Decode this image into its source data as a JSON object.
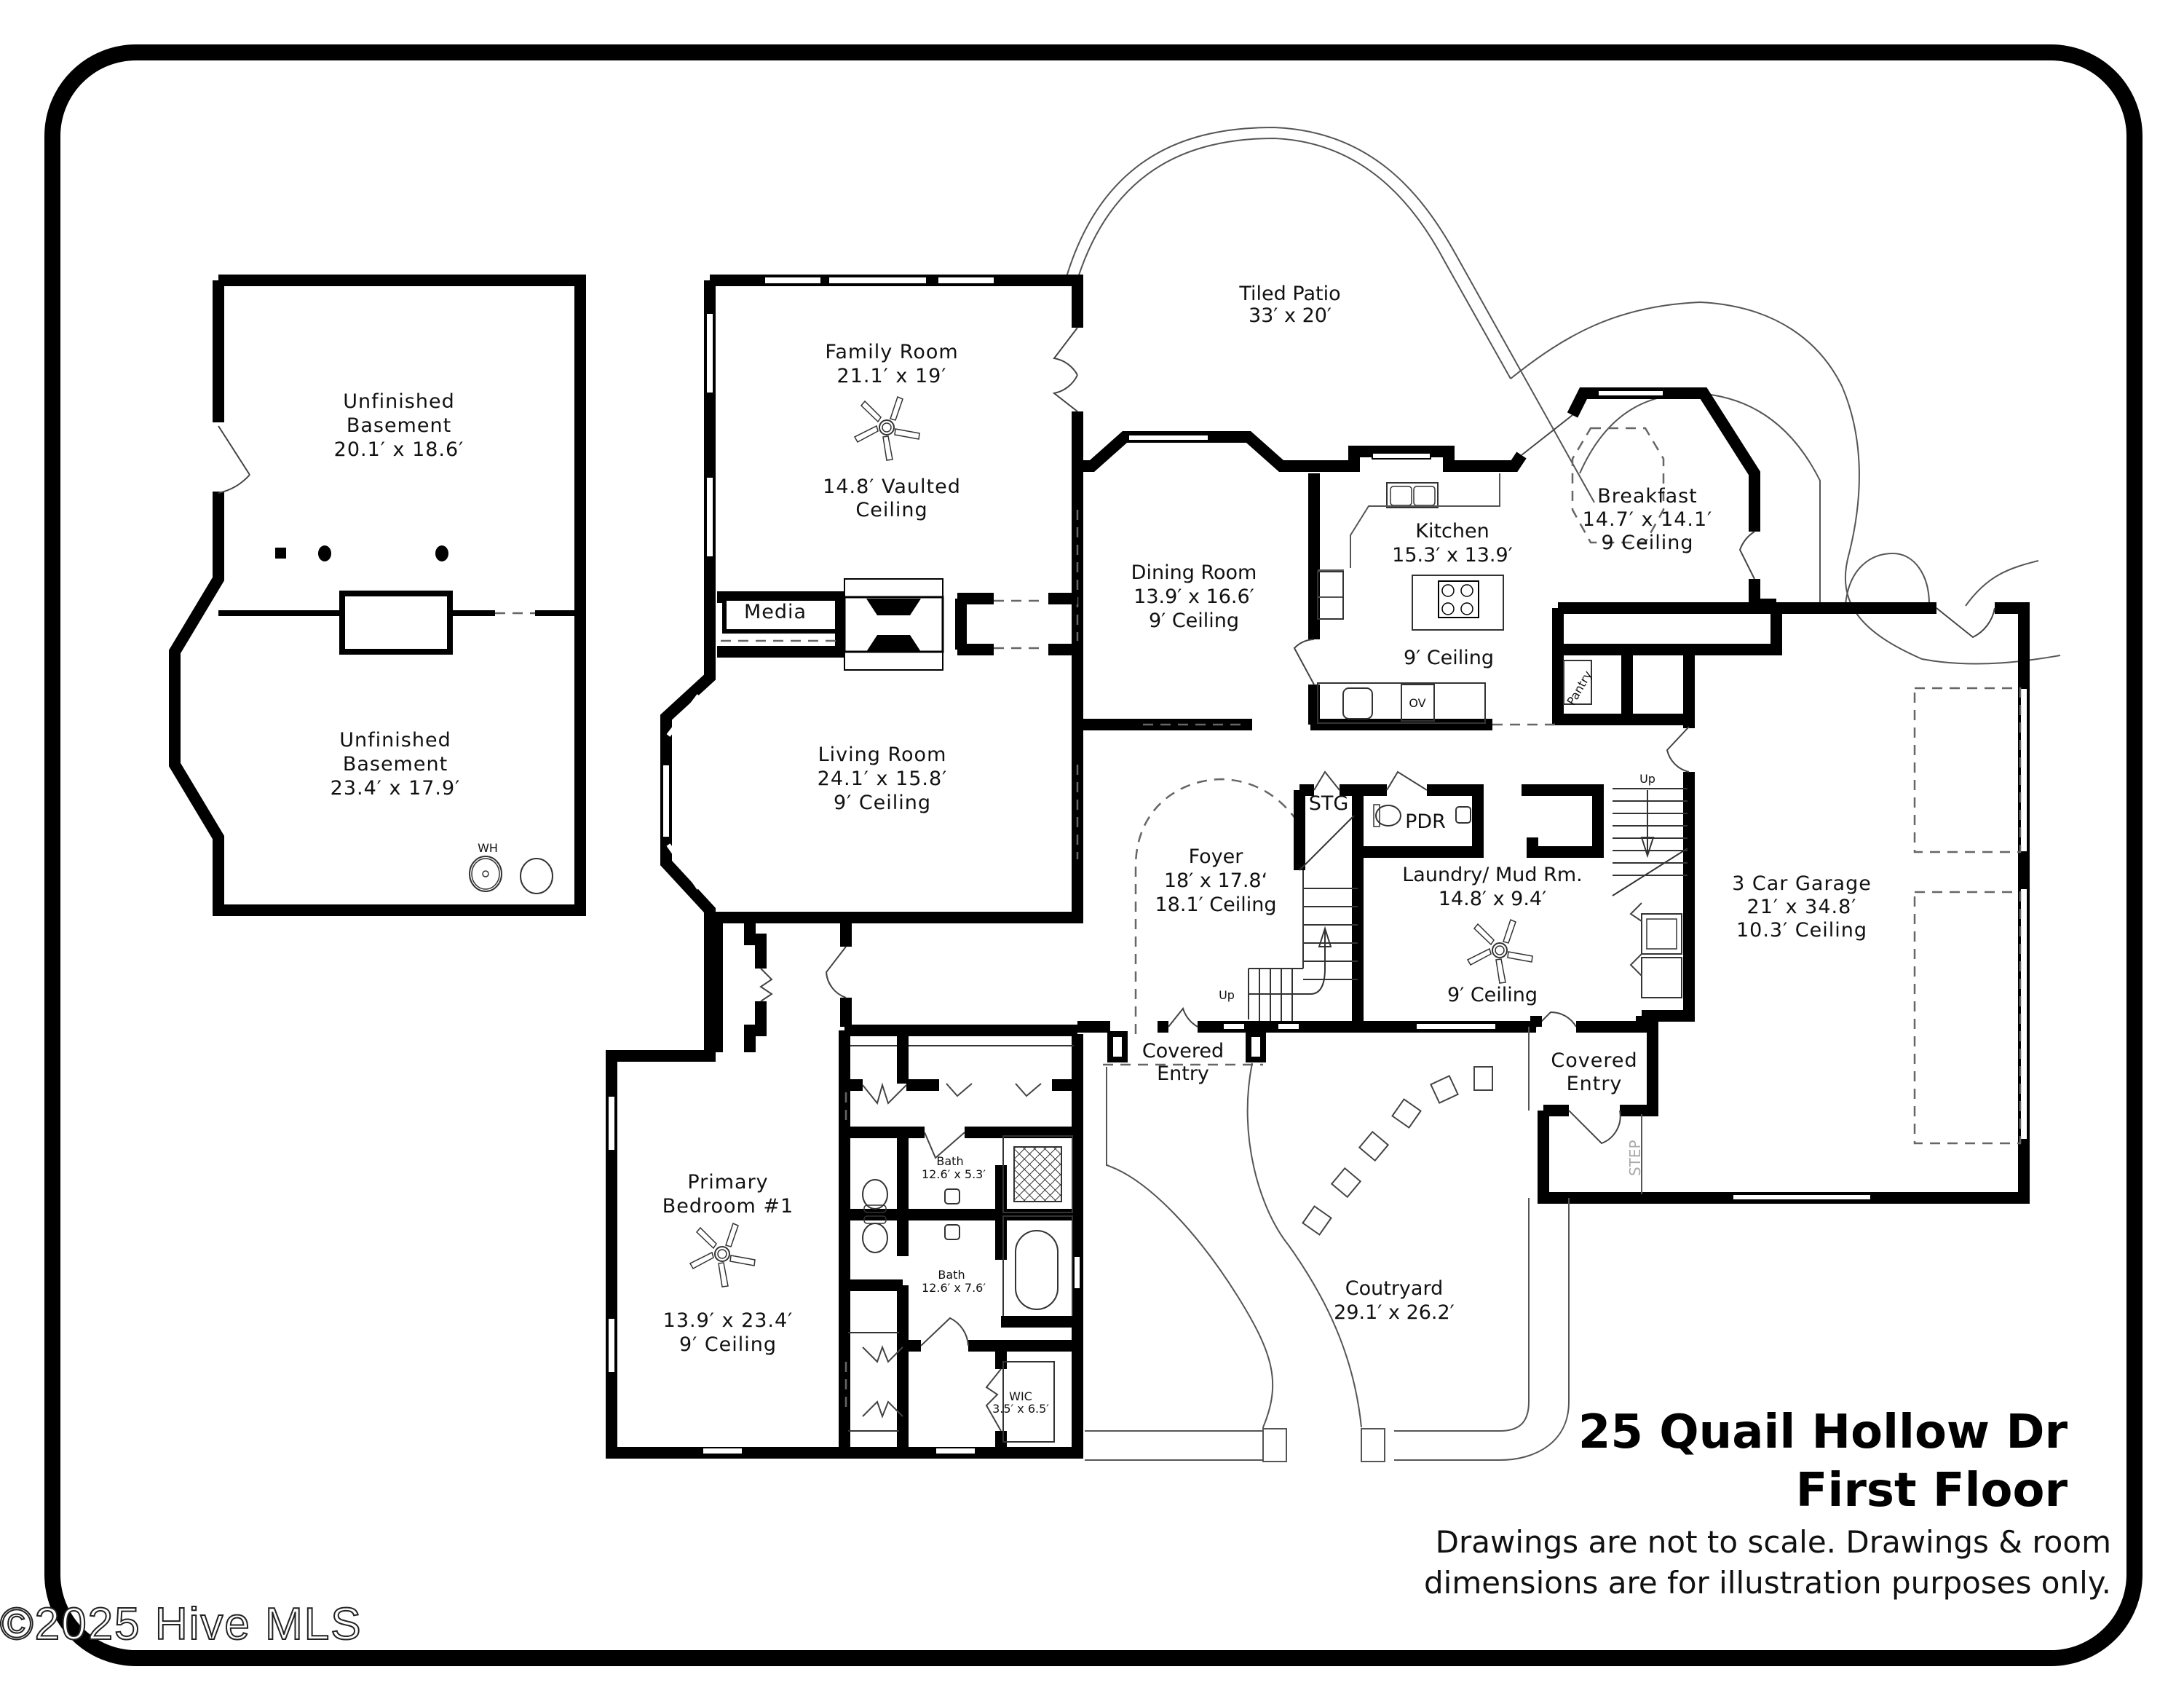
{
  "listing": {
    "address": "25 Quail Hollow Dr",
    "floor": "First Floor",
    "disclaimer_line1": "Drawings are not to scale. Drawings & room",
    "disclaimer_line2": "dimensions are for illustration purposes only.",
    "copyright": "©2025 Hive MLS"
  },
  "rooms": {
    "basement_upper": {
      "name_l1": "Unfinished",
      "name_l2": "Basement",
      "dims": "20.1′ x 18.6′"
    },
    "basement_lower": {
      "name_l1": "Unfinished",
      "name_l2": "Basement",
      "dims": "23.4′ x 17.9′",
      "fixture": "WH"
    },
    "family_room": {
      "name": "Family Room",
      "dims": "21.1′ x 19′",
      "ceiling_l1": "14.8′ Vaulted",
      "ceiling_l2": "Ceiling"
    },
    "media": {
      "name": "Media"
    },
    "tiled_patio": {
      "name": "Tiled Patio",
      "dims": "33′ x 20′"
    },
    "dining_room": {
      "name": "Dining Room",
      "dims": "13.9′ x 16.6′",
      "ceiling": "9′ Ceiling"
    },
    "kitchen": {
      "name": "Kitchen",
      "dims": "15.3′ x 13.9′",
      "ceiling": "9′ Ceiling",
      "oven": "OV"
    },
    "breakfast": {
      "name": "Breakfast",
      "dims": "14.7′ x 14.1′",
      "ceiling": "9 Ceiling"
    },
    "pantry": {
      "name": "Pantry"
    },
    "living_room": {
      "name": "Living Room",
      "dims": "24.1′ x 15.8′",
      "ceiling": "9′ Ceiling"
    },
    "foyer": {
      "name": "Foyer",
      "dims": "18′ x 17.8‘",
      "ceiling": "18.1′ Ceiling",
      "stairs": "Up"
    },
    "storage": {
      "name": "STG"
    },
    "powder_room": {
      "name": "PDR"
    },
    "laundry": {
      "name": "Laundry/ Mud Rm.",
      "dims": "14.8′ x 9.4′",
      "ceiling": "9′ Ceiling"
    },
    "rear_stairs": {
      "label": "Up"
    },
    "garage": {
      "name": "3 Car Garage",
      "dims": "21′ x 34.8′",
      "ceiling": "10.3′ Ceiling",
      "step": "STEP"
    },
    "covered_entry_front": {
      "name_l1": "Covered",
      "name_l2": "Entry"
    },
    "covered_entry_side": {
      "name_l1": "Covered",
      "name_l2": "Entry"
    },
    "primary_bedroom": {
      "name_l1": "Primary",
      "name_l2": "Bedroom #1",
      "dims": "13.9′ x 23.4′",
      "ceiling": "9′ Ceiling"
    },
    "bath_upper": {
      "name": "Bath",
      "dims": "12.6′ x 5.3′"
    },
    "bath_lower": {
      "name": "Bath",
      "dims": "12.6′ x 7.6′"
    },
    "wic": {
      "name": "WIC",
      "dims": "3.5′ x 6.5′"
    },
    "courtyard": {
      "name": "Coutryard",
      "dims": "29.1′ x 26.2′"
    }
  },
  "icons": {
    "ceiling_fan": "ceiling-fan-icon",
    "water_heater": "water-heater-icon",
    "sink": "sink-icon",
    "cooktop": "cooktop-icon",
    "toilet": "toilet-icon",
    "bathtub": "bathtub-icon",
    "shower": "shower-icon",
    "fireplace": "fireplace-icon",
    "washer_dryer": "washer-dryer-icon"
  },
  "colors": {
    "wall": "#000000",
    "background": "#ffffff",
    "text": "#111111",
    "dashed": "#666666"
  }
}
